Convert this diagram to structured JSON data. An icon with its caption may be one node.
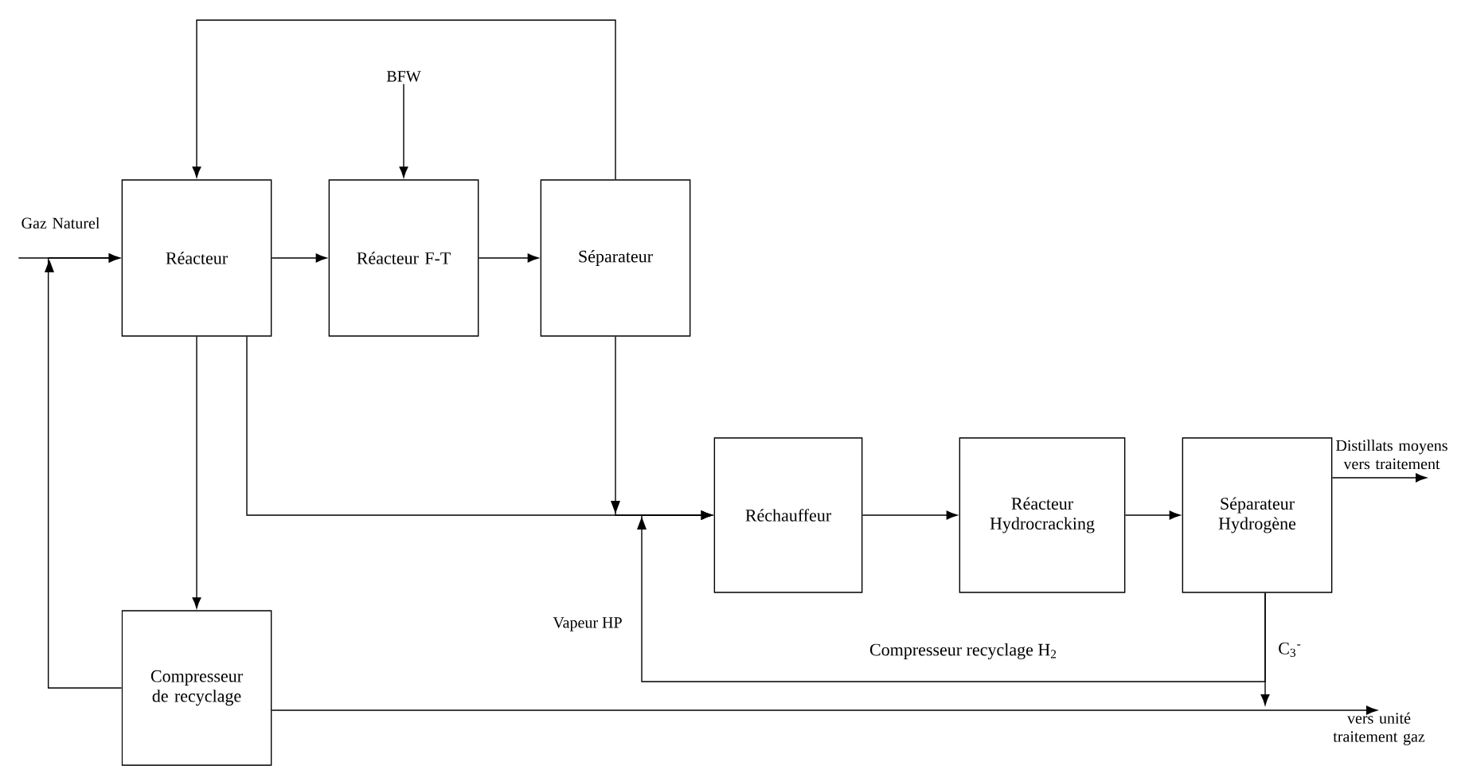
{
  "diagram": {
    "nodes": [
      {
        "text": [
          "Gaz Naturel"
        ]
      },
      {
        "text": [
          "Réacteur"
        ]
      },
      {
        "text": [
          "Réacteur F-T"
        ]
      },
      {
        "text": [
          "Séparateur"
        ]
      },
      {
        "text": [
          "BFW"
        ]
      },
      {
        "text": [
          "Réchauffeur"
        ]
      },
      {
        "text": [
          "Réacteur Hydrocracking"
        ]
      },
      {
        "text": [
          "Séparateur Hydrogène"
        ]
      },
      {
        "text": [
          "Compresseur de recyclage"
        ]
      },
      {
        "text": [
          "Distillats moyens vers traitement"
        ]
      },
      {
        "text": [
          "vers unité traitement gaz"
        ]
      }
    ],
    "edges": [
      {
        "from": 0,
        "to": 1,
        "arrow": "to"
      },
      {
        "from": 1,
        "to": 2,
        "arrow": "to"
      },
      {
        "from": 2,
        "to": 3,
        "arrow": "to"
      },
      {
        "from": 3,
        "to": 1,
        "arrow": "to"
      },
      {
        "from": 4,
        "to": 2,
        "arrow": "to"
      },
      {
        "from": 1,
        "to": 8,
        "arrow": "to"
      },
      {
        "from": 8,
        "to": 1,
        "arrow": "to"
      },
      {
        "from": 1,
        "to": 5,
        "arrow": "to"
      },
      {
        "from": 3,
        "to": 5,
        "arrow": "to"
      },
      {
        "from": 5,
        "to": 6,
        "arrow": "to"
      },
      {
        "from": 6,
        "to": 7,
        "arrow": "to"
      },
      {
        "from": 7,
        "to": 5,
        "arrow": "to",
        "label": "Compresseur recyclage H$_{2}$"
      },
      {
        "from": 7,
        "to": 9,
        "arrow": "to"
      },
      {
        "from": 7,
        "to": null,
        "arrow": "to",
        "label": "C$_{3}$$^{-}$"
      },
      {
        "from": 8,
        "to": 10,
        "arrow": "to"
      }
    ],
    "labels": [
      "Vapeur HP"
    ]
  }
}
